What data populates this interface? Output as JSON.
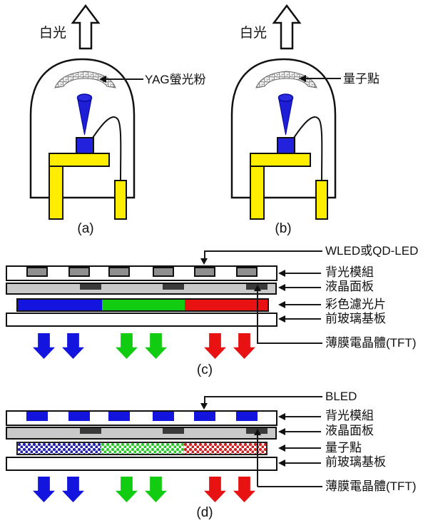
{
  "colors": {
    "blue": "#1414DF",
    "green": "#12CC12",
    "red": "#E81212",
    "yellow": "#FFEE00",
    "led_gray": "#8F8F8F",
    "lcd_gray": "#C9C9C9",
    "tft_dark": "#3A3A3A",
    "chip_blue": "#2222DD",
    "qd_blue": "#2323AE",
    "qd_green": "#30C830",
    "qd_red": "#CC2222"
  },
  "bulb_a": {
    "light": "白光",
    "annotation": "YAG螢光粉",
    "caption": "(a)"
  },
  "bulb_b": {
    "light": "白光",
    "annotation": "量子點",
    "caption": "(b)"
  },
  "panel_c": {
    "caption": "(c)",
    "led_label": "WLED或QD-LED",
    "layer_labels": [
      "背光模組",
      "液晶面板",
      "彩色濾光片",
      "前玻璃基板"
    ],
    "tft_label": "薄膜電晶體(TFT)"
  },
  "panel_d": {
    "caption": "(d)",
    "led_label": "BLED",
    "layer_labels": [
      "背光模組",
      "液晶面板",
      "量子點",
      "前玻璃基板"
    ],
    "tft_label": "薄膜電晶體(TFT)"
  }
}
